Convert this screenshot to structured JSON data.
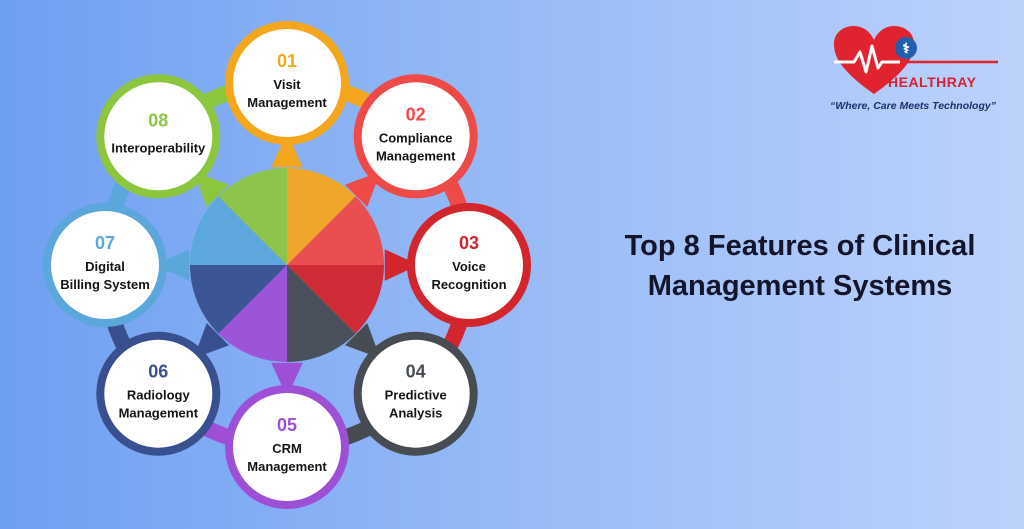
{
  "title": {
    "line1": "Top 8 Features of Clinical",
    "line2": "Management Systems"
  },
  "logo": {
    "name": "HEALTHRAY",
    "tagline": "“Where, Care Meets Technology”",
    "heart_color": "#e0232f",
    "accent_color": "#1f5fae"
  },
  "features": [
    {
      "number": "01",
      "line1": "Visit",
      "line2": "Management",
      "color": "#f4a71d"
    },
    {
      "number": "02",
      "line1": "Compliance",
      "line2": "Management",
      "color": "#ee4a47"
    },
    {
      "number": "03",
      "line1": "Voice",
      "line2": "Recognition",
      "color": "#d3252c"
    },
    {
      "number": "04",
      "line1": "Predictive",
      "line2": "Analysis",
      "color": "#474c53"
    },
    {
      "number": "05",
      "line1": "CRM",
      "line2": "Management",
      "color": "#9d4fd6"
    },
    {
      "number": "06",
      "line1": "Radiology",
      "line2": "Management",
      "color": "#38508f"
    },
    {
      "number": "07",
      "line1": "Digital",
      "line2": "Billing System",
      "color": "#5ba7dc"
    },
    {
      "number": "08",
      "line1": "Interoperability",
      "line2": "",
      "color": "#8cc63f"
    }
  ]
}
